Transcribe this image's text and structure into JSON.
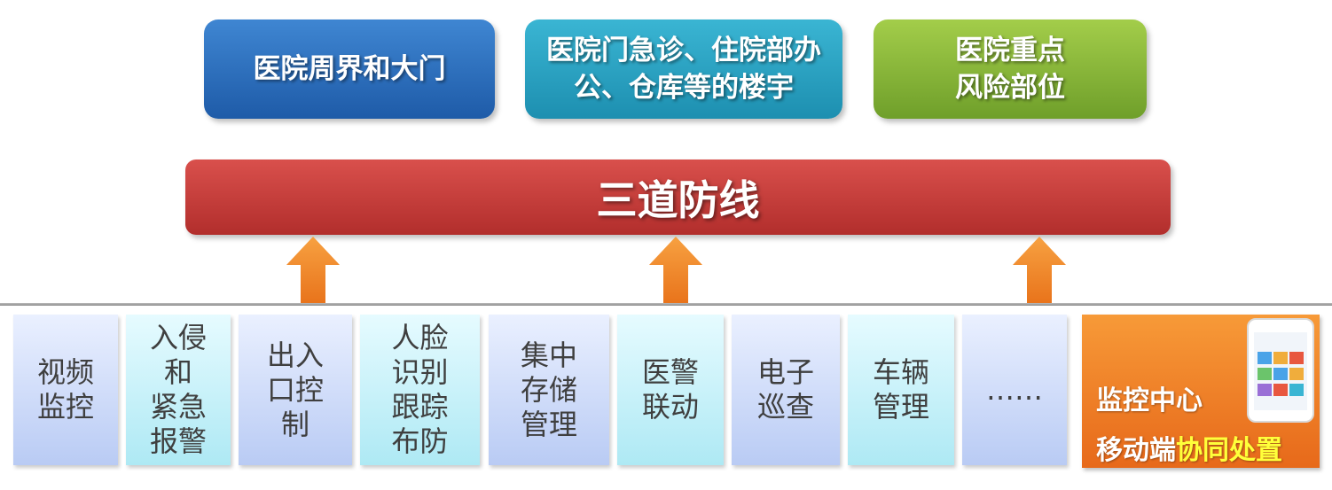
{
  "defenses": [
    {
      "label": "医院周界和大门"
    },
    {
      "label": "医院门急诊、住院部办\n公、仓库等的楼宇"
    },
    {
      "label": "医院重点\n风险部位"
    }
  ],
  "central_bar": {
    "label": "三道防线"
  },
  "arrow_icons": [
    "arrow-up-icon",
    "arrow-up-icon",
    "arrow-up-icon"
  ],
  "subsystems": [
    {
      "label": "视频\n监控"
    },
    {
      "label": "入侵\n和\n紧急\n报警"
    },
    {
      "label": "出入\n口控\n制"
    },
    {
      "label": "人脸\n识别\n跟踪\n布防"
    },
    {
      "label": "集中\n存储\n管理"
    },
    {
      "label": "医警\n联动"
    },
    {
      "label": "电子\n巡查"
    },
    {
      "label": "车辆\n管理"
    },
    {
      "label": "……"
    }
  ],
  "monitor_center": {
    "title": "监控中心",
    "mobile_prefix": "移动端",
    "mobile_highlight": "协同处置",
    "image_icon": "mobile-phone-icon"
  },
  "colors": {
    "box_blue": "#1e5ba8",
    "box_cyan": "#1d8fb0",
    "box_green": "#6f9f2a",
    "bar_red": "#b22e2c",
    "arrow_orange": "#f28a1e",
    "monitor_orange": "#e7691a",
    "highlight_yellow": "#ffff3a"
  }
}
